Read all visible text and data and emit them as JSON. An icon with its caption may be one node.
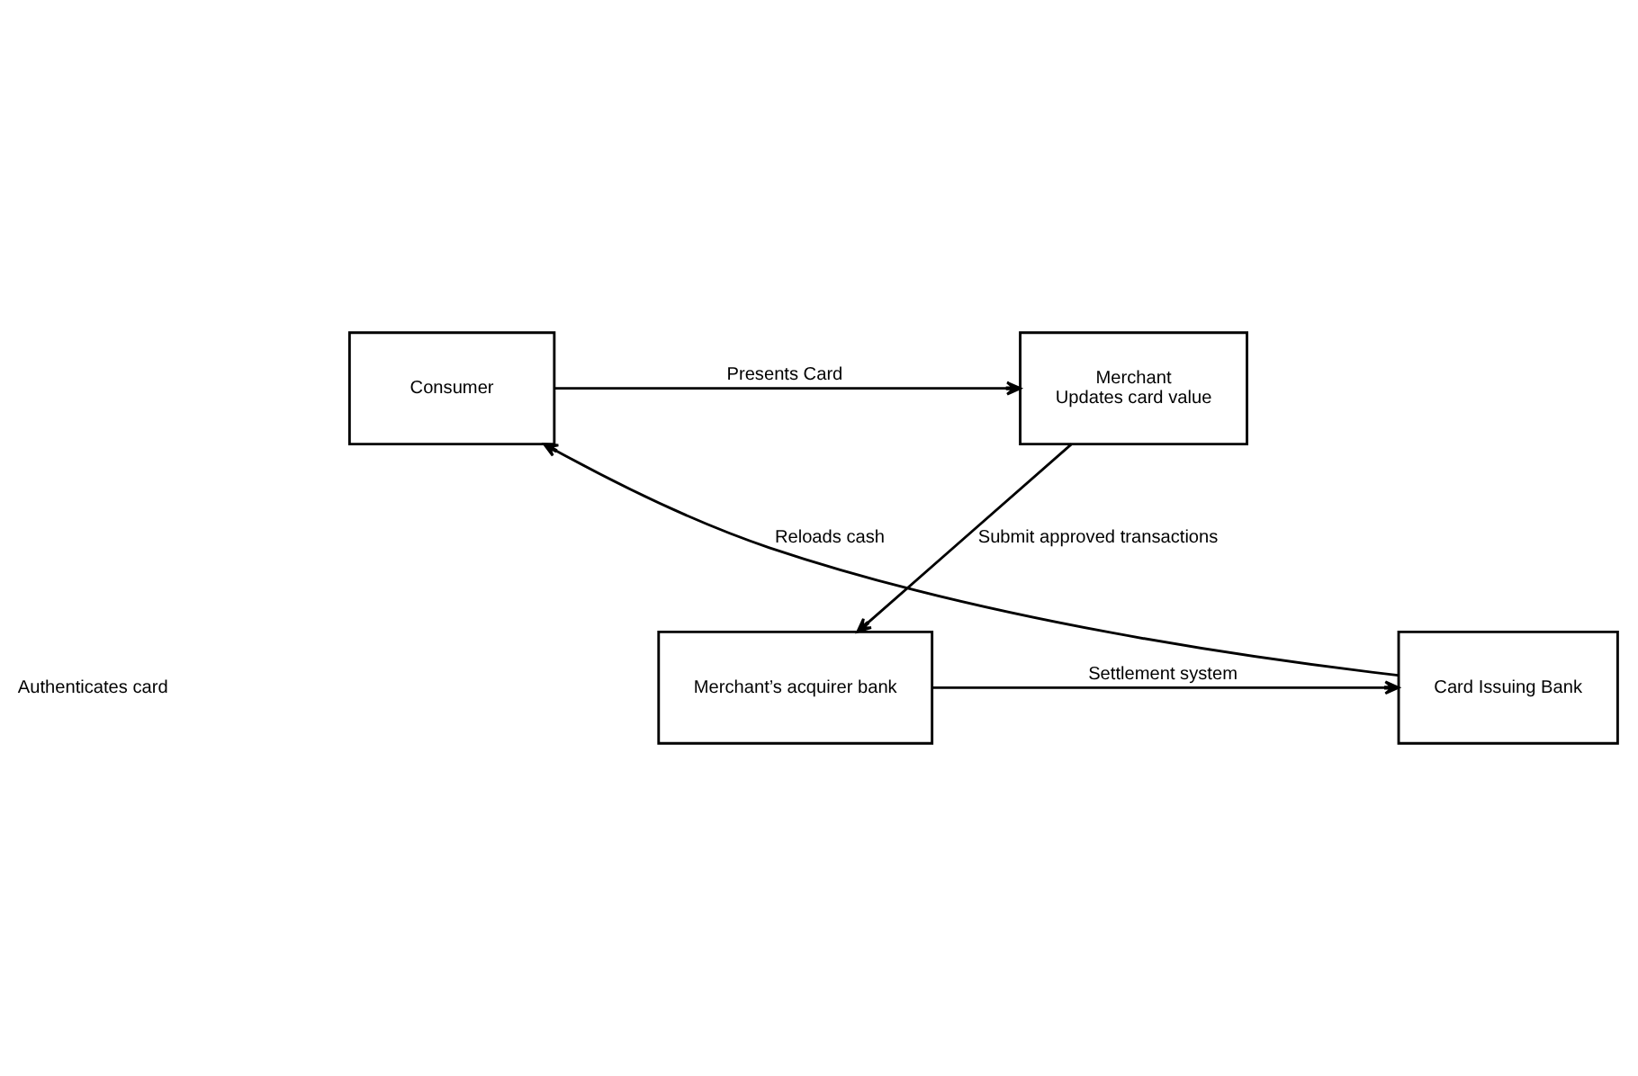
{
  "diagram": {
    "nodes": [
      {
        "text": [
          "Consumer"
        ]
      },
      {
        "text": [
          "Merchant",
          "Updates card value"
        ]
      },
      {
        "text": [
          "Merchant’s acquirer bank"
        ]
      },
      {
        "text": [
          "Card Issuing Bank"
        ]
      }
    ],
    "edges": [
      {
        "from": 0,
        "to": 1,
        "arrow": "to",
        "label": "Presents Card"
      },
      {
        "from": 1,
        "to": 2,
        "arrow": "to",
        "label": "Submit approved transactions"
      },
      {
        "from": 2,
        "to": 3,
        "arrow": "to",
        "label": "Settlement system"
      },
      {
        "from": 3,
        "to": 0,
        "arrow": "to",
        "label": "Reloads cash"
      }
    ],
    "labels": [
      "Authenticates card"
    ]
  }
}
